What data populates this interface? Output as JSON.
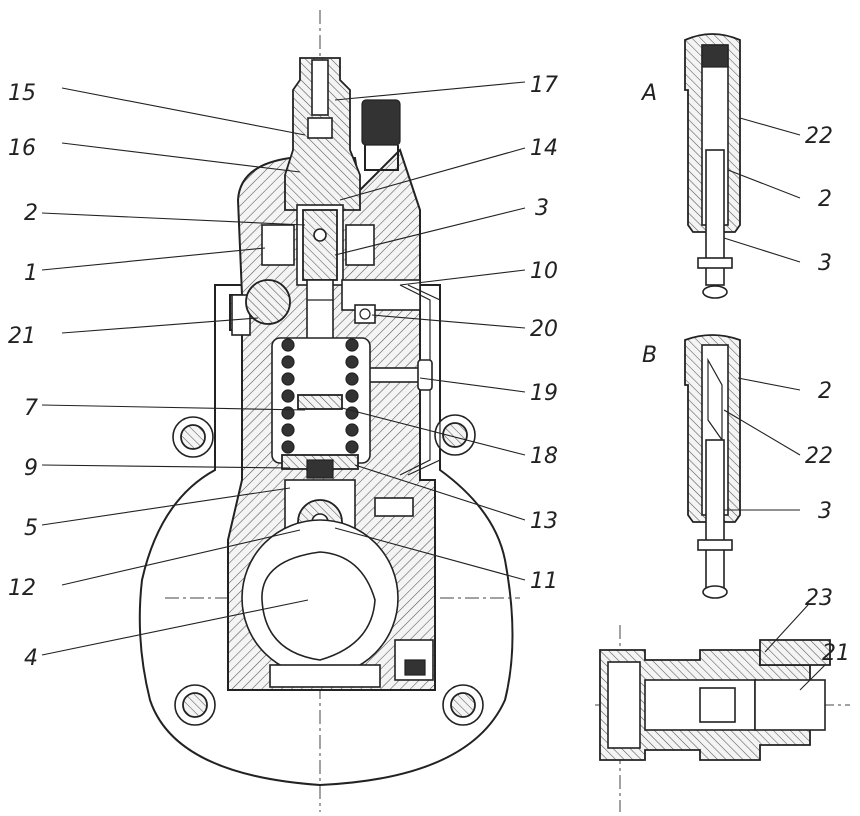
{
  "labels": {
    "main_left": [
      "15",
      "16",
      "2",
      "1",
      "21",
      "7",
      "9",
      "5",
      "12",
      "4"
    ],
    "main_right": [
      "17",
      "14",
      "3",
      "10",
      "20",
      "19",
      "18",
      "13",
      "11"
    ],
    "detail_a": {
      "letter": "A",
      "parts": [
        "22",
        "2",
        "3"
      ]
    },
    "detail_b": {
      "letter": "B",
      "parts": [
        "2",
        "22",
        "3"
      ]
    },
    "detail_c": {
      "parts": [
        "23",
        "21"
      ]
    }
  }
}
